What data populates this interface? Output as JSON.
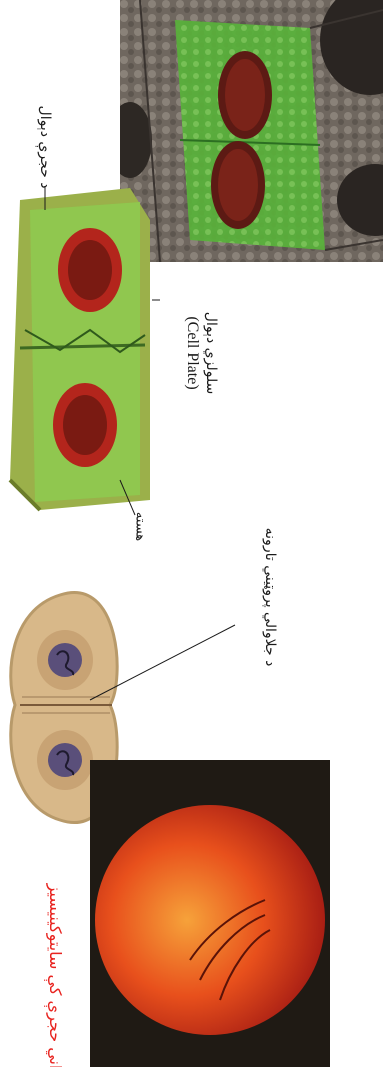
{
  "labels": {
    "cell_wall": "د حجرې دېوال",
    "cell_plate_ps": "سلولزي دېوال",
    "cell_plate_en": "(Cell Plate)",
    "nucleus": "هسته",
    "protein_fibers": "د جلاوالي پروټيني تارونه",
    "caption": "حیواني حجرې کې سایتوکینیسیز"
  },
  "colors": {
    "caption": "#e8231f",
    "cell_green": "#6fbf3a",
    "nucleus_red": "#b51d16",
    "animal_cell": "#d8b889",
    "egg_orange": "#e8501c"
  }
}
